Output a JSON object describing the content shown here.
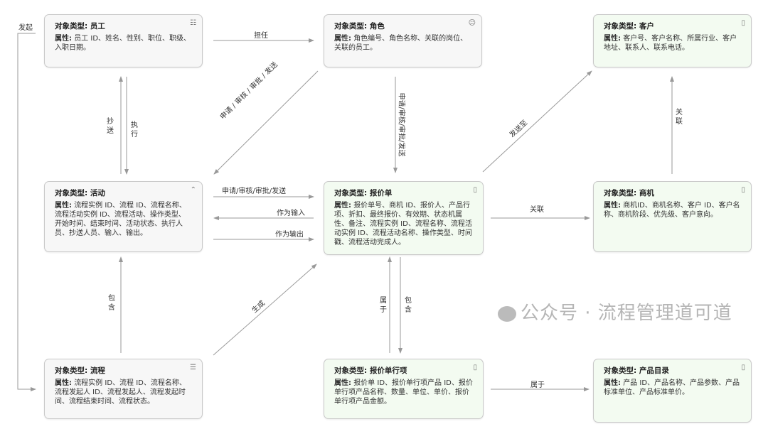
{
  "attr_label": "属性:",
  "nodes": {
    "employee": {
      "title": "对象类型: 员工",
      "attrs": "员工 ID、姓名、性别、职位、职级、入职日期。",
      "icon": "org-chart-icon"
    },
    "role": {
      "title": "对象类型: 角色",
      "attrs": "角色编号、角色名称、关联的岗位、关联的员工。",
      "icon": "user-icon"
    },
    "customer": {
      "title": "对象类型: 客户",
      "attrs": "客户号、客户名称、所属行业、客户地址、联系人、联系电话。",
      "icon": "document-icon"
    },
    "activity": {
      "title": "对象类型: 活动",
      "attrs": "流程实例 ID、流程 ID、流程名称、流程活动实例 ID、流程活动、操作类型、开始时间、结束时间、活动状态、执行人员、抄送人员、输入、输出。",
      "icon": "chevron-up-icon"
    },
    "quote": {
      "title": "对象类型: 报价单",
      "attrs": "报价单号、商机 ID、报价人、产品行项、折扣、最终报价、有效期、状态机属性、备注、流程实例 ID、流程名称、流程活动实例 ID、流程活动名称、操作类型、时间戳、流程活动完成人。",
      "icon": "document-icon"
    },
    "opportunity": {
      "title": "对象类型: 商机",
      "attrs": "商机ID、商机名称、客户 ID、客户名称、商机阶段、优先级、客户意向。",
      "icon": "document-icon"
    },
    "process": {
      "title": "对象类型: 流程",
      "attrs": "流程实例 ID、流程 ID、流程名称、流程发起人 ID、流程发起人、流程发起时间、流程结束时间、流程状态。",
      "icon": "list-icon"
    },
    "quote_item": {
      "title": "对象类型: 报价单行项",
      "attrs": "报价单 ID、报价单行项产品 ID、报价单行项产品名称、数量、单位、单价、报价单行项产品金额。",
      "icon": "document-icon"
    },
    "product": {
      "title": "对象类型: 产品目录",
      "attrs": "产品 ID、产品名称、产品参数、产品标准单位、产品标准单价。",
      "icon": "document-icon"
    }
  },
  "edges": {
    "initiate": "发起",
    "assume": "担任",
    "cc": "抄送",
    "execute": "执行",
    "role_activity": "申请 / 审核 / 审批 / 发送",
    "role_quote": "申请/审核/审批/发送",
    "send_to": "发送至",
    "relate1": "关联",
    "activity_quote": "申请/审核/审批/发送",
    "as_input": "作为输入",
    "as_output": "作为输出",
    "relate2": "关联",
    "contain1": "包含",
    "generate": "生成",
    "belong1": "属于",
    "contain2": "包含",
    "belong2": "属于"
  },
  "watermark": "公众号 · 流程管理道可道"
}
